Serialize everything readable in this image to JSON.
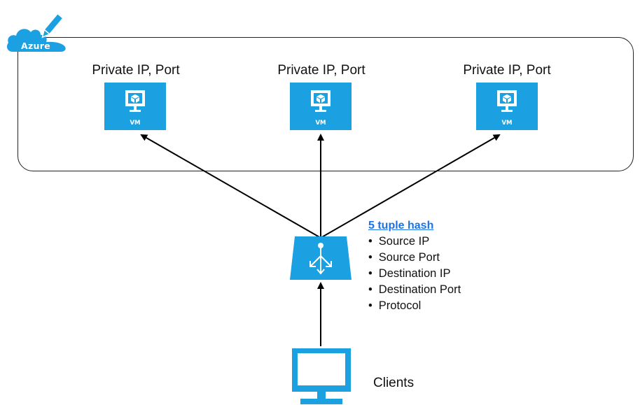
{
  "cloud": {
    "label": "Azure",
    "icon": "azure-cloud-edit-icon",
    "color": "#1ba1e2"
  },
  "vms": [
    {
      "label": "Private IP, Port",
      "tag": "VM",
      "icon": "vm-icon"
    },
    {
      "label": "Private IP, Port",
      "tag": "VM",
      "icon": "vm-icon"
    },
    {
      "label": "Private IP, Port",
      "tag": "VM",
      "icon": "vm-icon"
    }
  ],
  "load_balancer": {
    "icon": "load-balancer-icon",
    "color": "#1ba1e2"
  },
  "hash": {
    "title": "5 tuple hash",
    "items": [
      "Source IP",
      "Source Port",
      "Destination IP",
      "Destination Port",
      "Protocol"
    ]
  },
  "clients": {
    "label": "Clients",
    "icon": "monitor-icon"
  },
  "colors": {
    "accent": "#1ba1e2",
    "link": "#1a73e8",
    "line": "#000000"
  }
}
